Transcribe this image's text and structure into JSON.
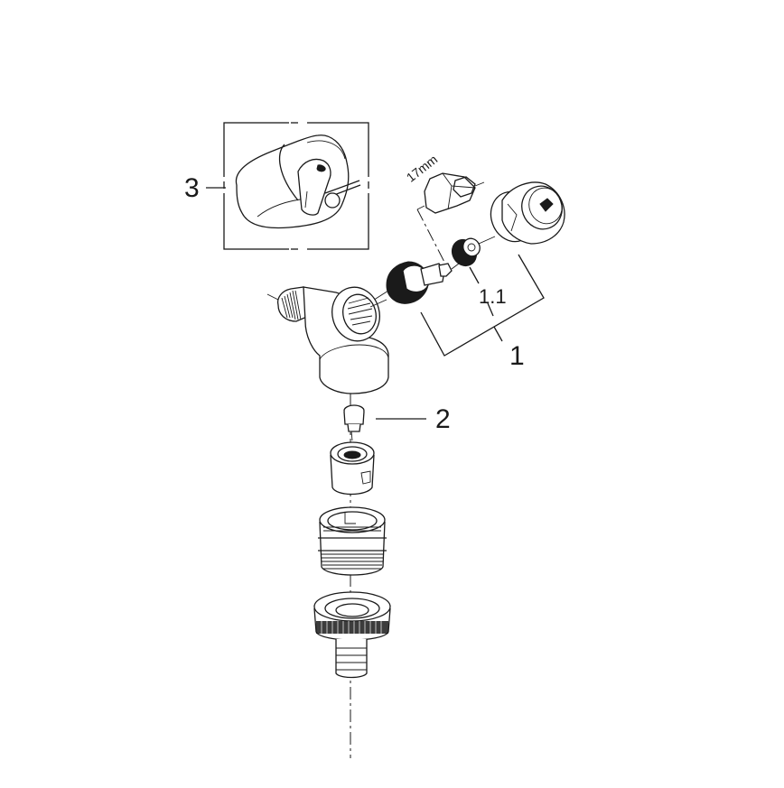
{
  "diagram": {
    "type": "exploded-parts-view",
    "background": "#ffffff",
    "line_color": "#1a1a1a",
    "callouts": [
      {
        "id": "1",
        "label": "1",
        "description": "cartridge assembly (valve insert, adapter, cap)"
      },
      {
        "id": "1.1",
        "label": "1.1",
        "description": "sub-part of assembly 1 (adapter and cap)"
      },
      {
        "id": "2",
        "label": "2",
        "description": "small valve / non-return insert"
      },
      {
        "id": "3",
        "label": "3",
        "description": "handle / cover (shown in inset box)"
      }
    ],
    "tool_label": "17mm",
    "parts": [
      "angle valve body",
      "cartridge valve insert",
      "knurled adapter",
      "cap with logo",
      "17mm hex socket tool",
      "valve insert 2",
      "connector sleeve",
      "threaded coupling",
      "hose nut with hose tail",
      "handle in inset"
    ]
  }
}
